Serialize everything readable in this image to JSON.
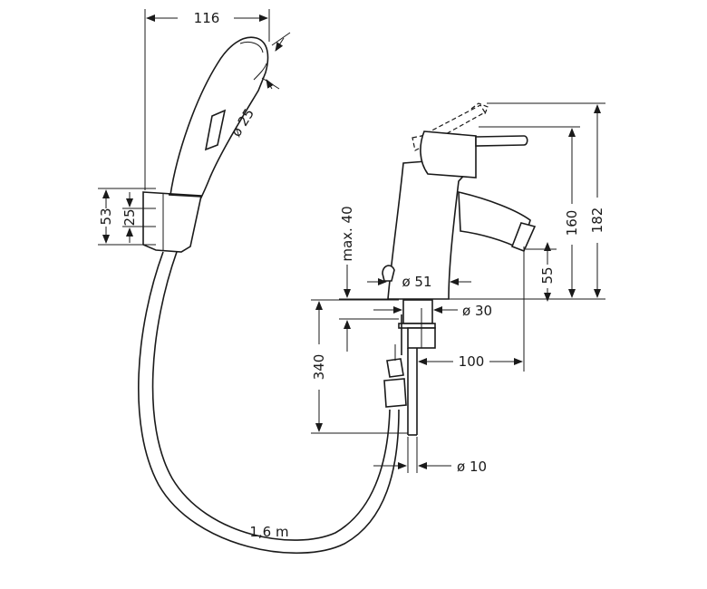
{
  "dimensions": {
    "handshower_length": "116",
    "handshower_head_diameter": "ø 25",
    "holder_height": "53",
    "holder_clip_height": "25",
    "max_deck_thickness": "max. 40",
    "base_diameter": "ø 51",
    "shank_diameter": "ø 30",
    "spout_height": "160",
    "lever_height": "182",
    "spout_outlet_height": "55",
    "connection_length": "340",
    "spout_projection": "100",
    "hose_diameter": "ø 10",
    "hose_length": "1,6 m"
  }
}
